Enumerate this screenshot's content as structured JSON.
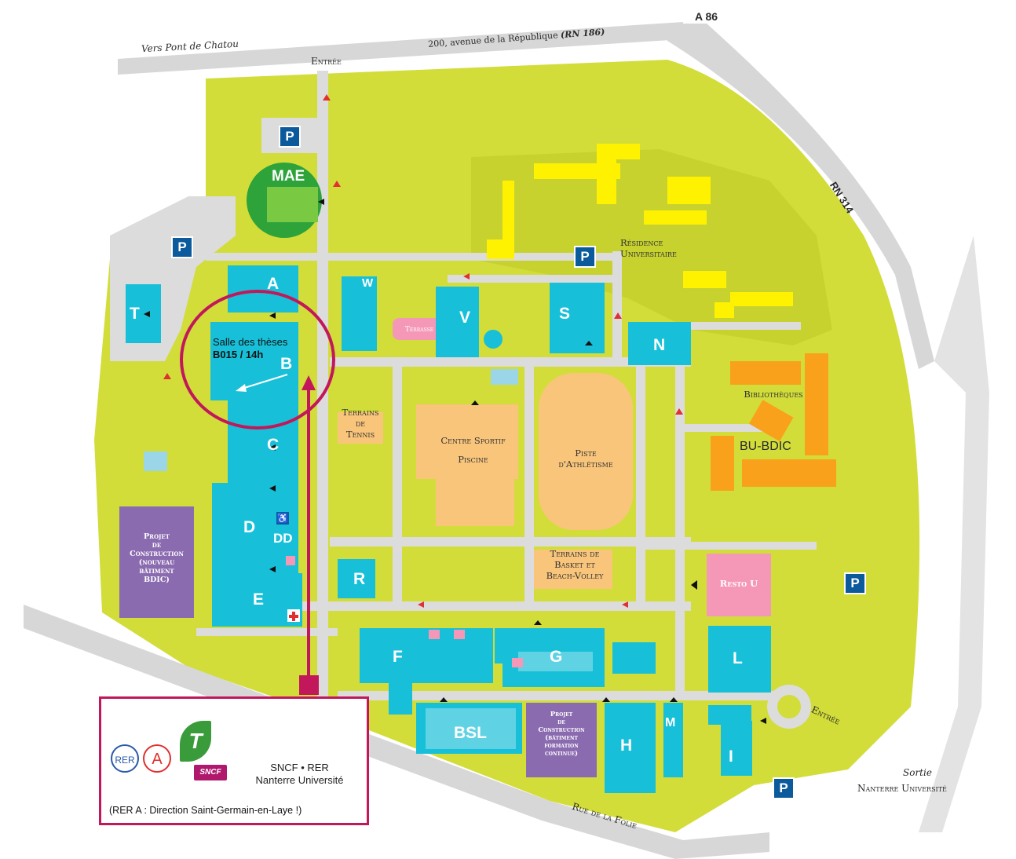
{
  "roads": {
    "to_bridge": "Vers Pont de Chatou",
    "avenue": "200, avenue de la République",
    "avenue_rn": "(RN 186)",
    "a86": "A 86",
    "rn314": "RN 314",
    "rue_folie": "Rue de la Folie",
    "entree_top": "Entrée",
    "entree_right": "Entrée",
    "sortie": "Sortie",
    "sortie_place": "Nanterre Université"
  },
  "buildings": {
    "mae": "MAE",
    "t": "T",
    "a": "A",
    "b": "B",
    "c": "C",
    "d": "D",
    "dd": "DD",
    "e": "E",
    "w": "W",
    "v": "V",
    "s": "S",
    "n": "N",
    "r": "R",
    "f": "F",
    "g": "G",
    "bsl": "BSL",
    "h": "H",
    "m": "M",
    "i": "I",
    "l": "L",
    "bu": "BU-BDIC"
  },
  "areas": {
    "residence_1": "Résidence",
    "residence_2": "Universitaire",
    "terrasse": "Terrasse",
    "tennis_1": "Terrains",
    "tennis_2": "de",
    "tennis_3": "Tennis",
    "sport_1": "Centre Sportif",
    "sport_2": "Piscine",
    "piste_1": "Piste",
    "piste_2": "d'Athlétisme",
    "basket_1": "Terrains de",
    "basket_2": "Basket et",
    "basket_3": "Beach-Volley",
    "biblio": "Bibliothèques",
    "resto": "Resto U",
    "projet1": [
      "Projet",
      "de",
      "Construction",
      "(nouveau",
      "bâtiment",
      "BDIC)"
    ],
    "projet2": [
      "Projet",
      "de",
      "Construction",
      "(bâtiment",
      "formation",
      "continue)"
    ]
  },
  "parking_label": "P",
  "highlight": {
    "line1": "Salle des thèses",
    "line2": "B015 / 14h"
  },
  "legend": {
    "rer": "RER",
    "rer_line": "A",
    "tram": "T",
    "sncf": "SNCF",
    "station_1": "SNCF • RER",
    "station_2": "Nanterre Université",
    "note": "(RER A : Direction Saint-Germain-en-Laye !)"
  },
  "colors": {
    "grass": "#d2dd3a",
    "building": "#17c0d8",
    "road": "#d7d7d7",
    "mae": "#2da33a",
    "residence": "#fff200",
    "library": "#f9a11b",
    "sport": "#f9c57b",
    "resto": "#f598b8",
    "project": "#8a6bb0",
    "highlight": "#c2185b",
    "parking": "#0a5a9c"
  }
}
